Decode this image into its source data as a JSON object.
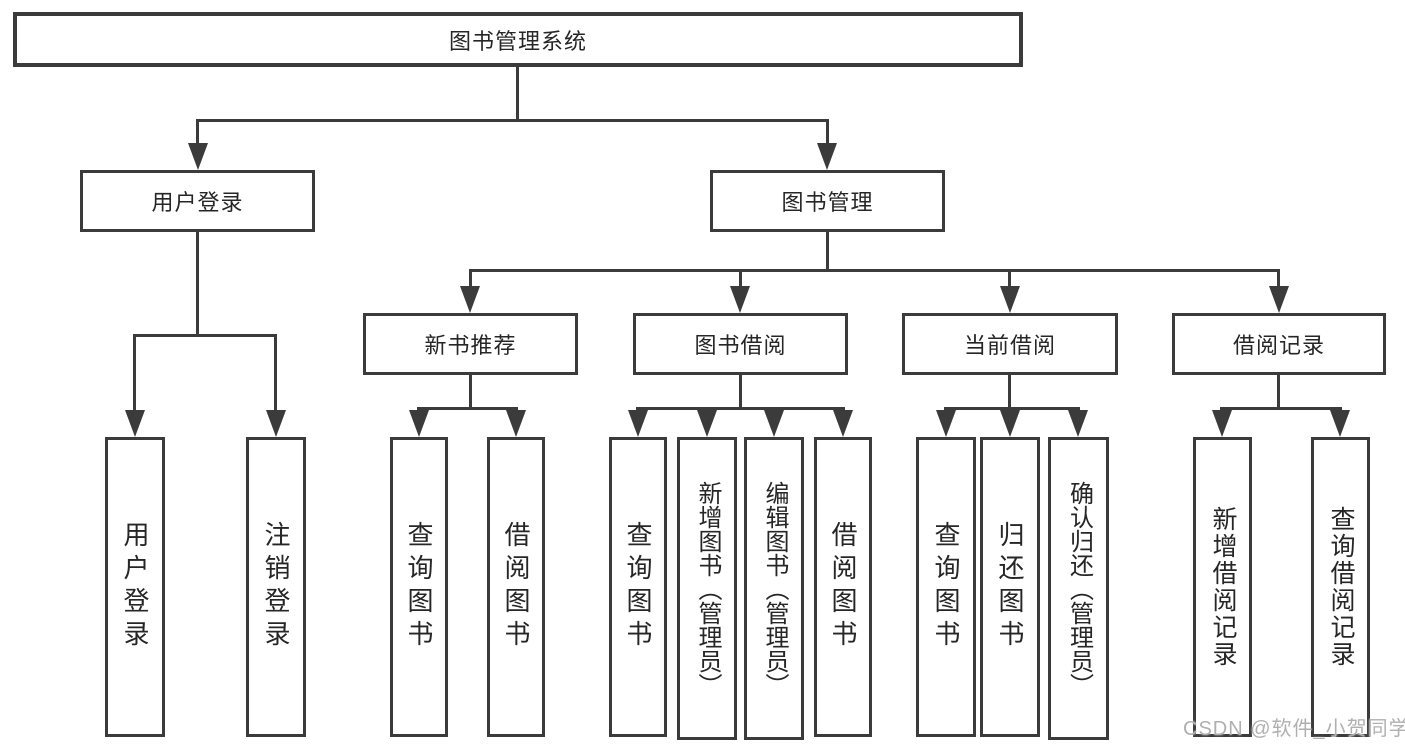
{
  "tree": {
    "root": "图书管理系统",
    "level2": [
      {
        "label": "用户登录",
        "children": [
          "用户登录",
          "注销登录"
        ]
      },
      {
        "label": "图书管理",
        "children": [
          {
            "label": "新书推荐",
            "children": [
              "查询图书",
              "借阅图书"
            ]
          },
          {
            "label": "图书借阅",
            "children": [
              "查询图书",
              "新增图书（管理员）",
              "编辑图书（管理员）",
              "借阅图书"
            ]
          },
          {
            "label": "当前借阅",
            "children": [
              "查询图书",
              "归还图书",
              "确认归还（管理员）"
            ]
          },
          {
            "label": "借阅记录",
            "children": [
              "新增借阅记录",
              "查询借阅记录"
            ]
          }
        ]
      }
    ]
  },
  "watermark": "CSDN @软件_小贺同学",
  "colors": {
    "line": "#3b3b3b",
    "text": "#262626",
    "watermark": "#b0b0b0",
    "background": "#ffffff"
  }
}
